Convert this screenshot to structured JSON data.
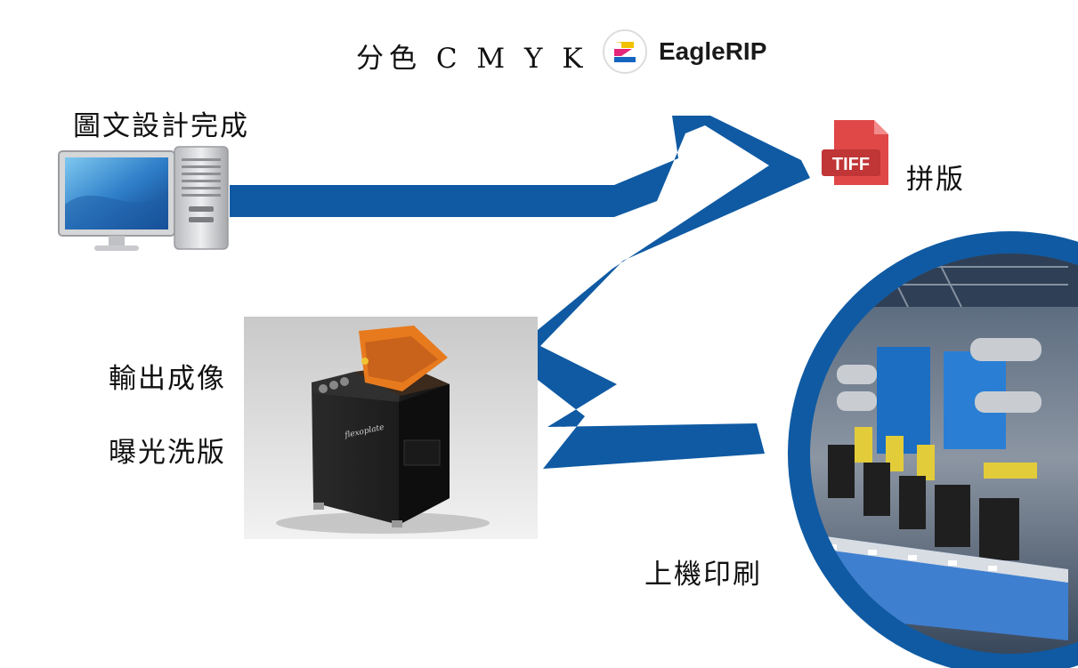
{
  "labels": {
    "separation": "分色 C M Y K",
    "design_done": "圖文設計完成",
    "imposition": "拼版",
    "output_imaging": "輸出成像",
    "expose_wash": "曝光洗版",
    "on_press": "上機印刷"
  },
  "brand": {
    "name": "EagleRIP"
  },
  "file_badge": {
    "text": "TIFF"
  },
  "plate_maker_brand": "flexoplate",
  "colors": {
    "flow_arrow": "#0f5aa3",
    "tiff_red": "#e04848",
    "brand_blue": "#1565c0",
    "plate_maker_lid": "#e87a1e"
  }
}
